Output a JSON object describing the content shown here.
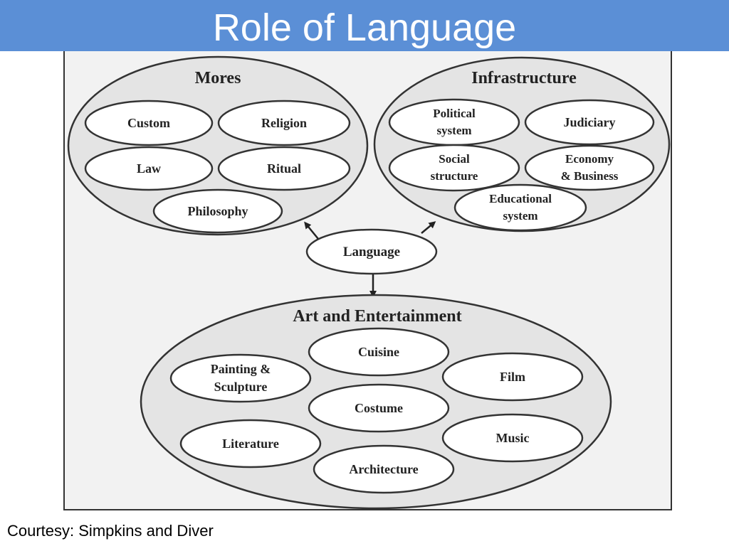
{
  "slide": {
    "title": "Role of Language",
    "credit": "Courtesy: Simpkins and Diver"
  },
  "colors": {
    "title_bar": "#5b8fd6",
    "group_fill": "#e4e4e4",
    "node_fill": "#ffffff",
    "stroke": "#333333"
  },
  "diagram": {
    "center": {
      "label": "Language"
    },
    "groups": {
      "mores": {
        "title": "Mores",
        "items": [
          "Custom",
          "Religion",
          "Law",
          "Ritual",
          "Philosophy"
        ]
      },
      "infrastructure": {
        "title": "Infrastructure",
        "items": [
          [
            "Political",
            "system"
          ],
          [
            "Judiciary"
          ],
          [
            "Social",
            "structure"
          ],
          [
            "Economy",
            "& Business"
          ],
          [
            "Educational",
            "system"
          ]
        ]
      },
      "art": {
        "title": "Art and Entertainment",
        "items": [
          [
            "Cuisine"
          ],
          [
            "Painting &",
            "Sculpture"
          ],
          [
            "Film"
          ],
          [
            "Costume"
          ],
          [
            "Literature"
          ],
          [
            "Music"
          ],
          [
            "Architecture"
          ]
        ]
      }
    }
  }
}
